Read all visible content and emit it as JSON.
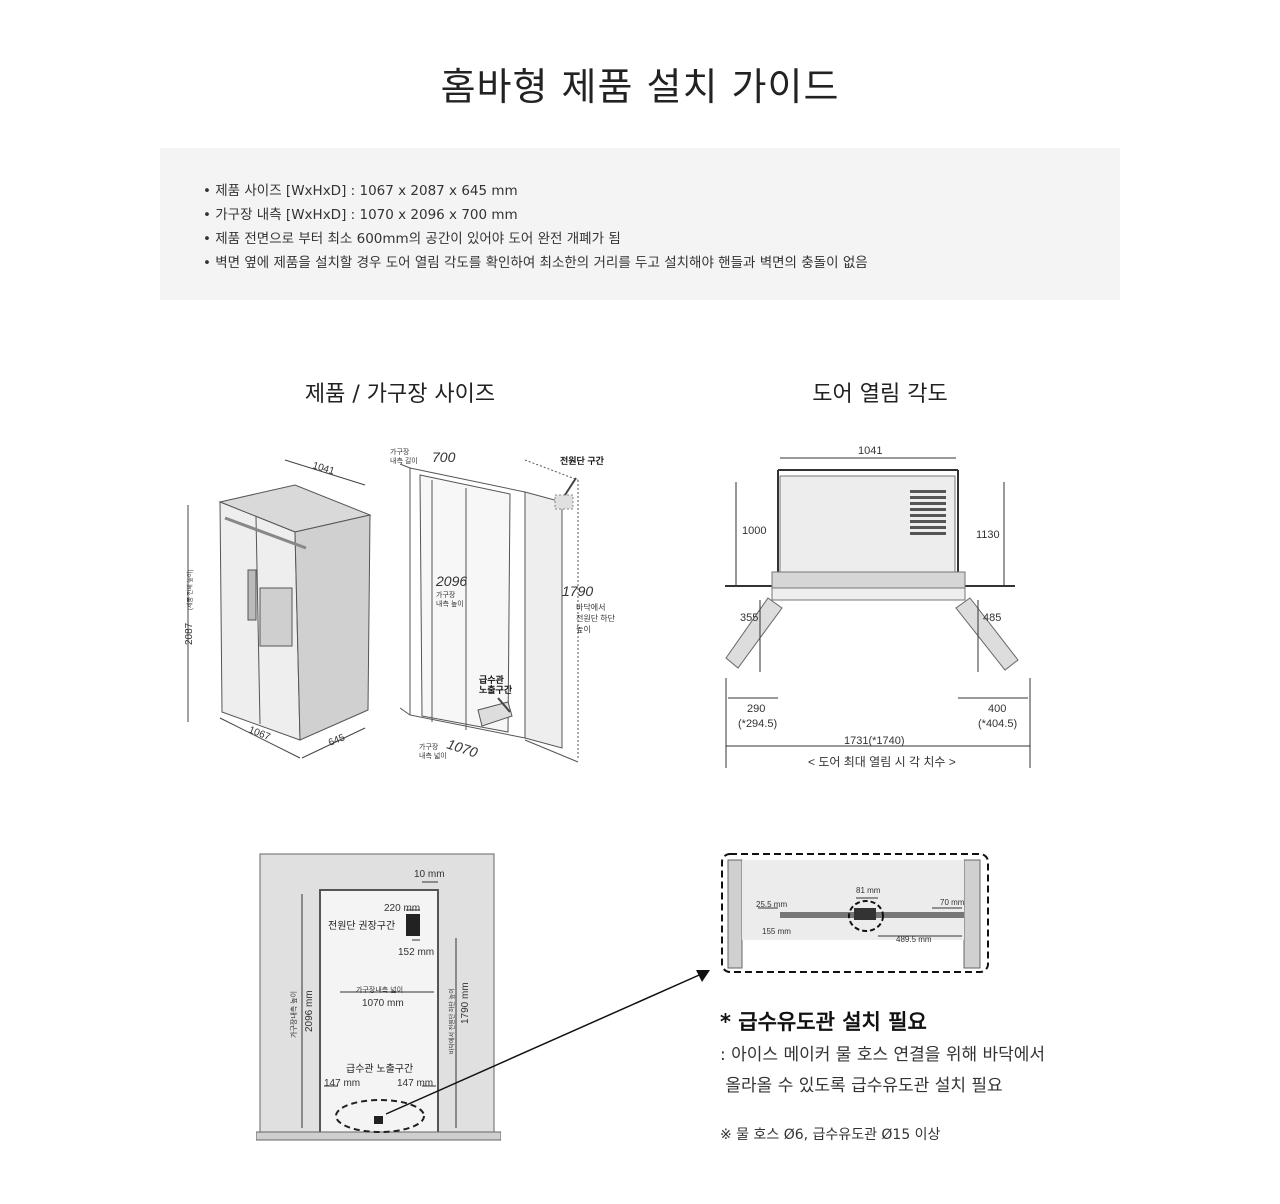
{
  "page_title": "홈바형 제품 설치 가이드",
  "specs": [
    "• 제품 사이즈 [WxHxD] : 1067 x 2087 x 645 mm",
    "• 가구장 내측 [WxHxD] : 1070 x 2096 x 700 mm",
    "• 제품 전면으로 부터 최소 600mm의 공간이 있어야 도어 완전 개폐가 됨",
    "• 벽면 옆에 제품을 설치할 경우 도어 열림 각도를 확인하여 최소한의 거리를 두고 설치해야 핸들과 벽면의 충돌이 없음"
  ],
  "section_size": {
    "title": "제품 / 가구장 사이즈",
    "product_labels": {
      "width_top": "1041",
      "height": "2087",
      "height_caption": "(제품 전체 높이)",
      "width_bottom": "1067",
      "depth": "645"
    },
    "cabinet_labels": {
      "depth_caption_1": "가구장",
      "depth_caption_2": "내측 길이",
      "depth": "700",
      "power_zone": "전원단 구간",
      "height": "2096",
      "height_caption_1": "가구장",
      "height_caption_2": "내측 높이",
      "power_height": "1790",
      "power_caption_1": "바닥에서",
      "power_caption_2": "전원단 하단",
      "power_caption_3": "높이",
      "water_1": "급수관",
      "water_2": "노출구간",
      "width_caption_1": "가구장",
      "width_caption_2": "내측 넓이",
      "width": "1070"
    }
  },
  "section_door": {
    "title": "도어 열림 각도",
    "labels": {
      "top_width": "1041",
      "left_height": "1000",
      "right_height": "1130",
      "left_door": "355",
      "right_door": "485",
      "left_clear": "290",
      "left_clear_alt": "(*294.5)",
      "right_clear": "400",
      "right_clear_alt": "(*404.5)",
      "total": "1731(*1740)",
      "caption": "< 도어 최대 열림 시 각 치수 >"
    }
  },
  "section_front": {
    "labels": {
      "gap": "10 mm",
      "power_w": "220 mm",
      "power_zone": "전원단 권장구간",
      "power_h": "152 mm",
      "inner_width_caption": "가구장내측 넓이",
      "inner_width": "1070 mm",
      "inner_height_caption": "가구장내측 높이",
      "inner_height": "2096 mm",
      "power_height_caption": "바닥에서 전원단 하단 높이",
      "power_height": "1790 mm",
      "water_zone": "급수관 노출구간",
      "water_left": "147 mm",
      "water_right": "147 mm"
    }
  },
  "section_detail": {
    "labels": {
      "w81": "81 mm",
      "w255": "25.5 mm",
      "w70": "70 mm",
      "w155": "155 mm",
      "w4895": "489.5 mm"
    }
  },
  "note": {
    "title": "* 급수유도관 설치 필요",
    "desc_1": ": 아이스 메이커 물 호스 연결을 위해 바닥에서",
    "desc_2": " 올라올 수 있도록 급수유도관 설치 필요",
    "small": "※ 물 호스 Ø6, 급수유도관 Ø15 이상"
  }
}
